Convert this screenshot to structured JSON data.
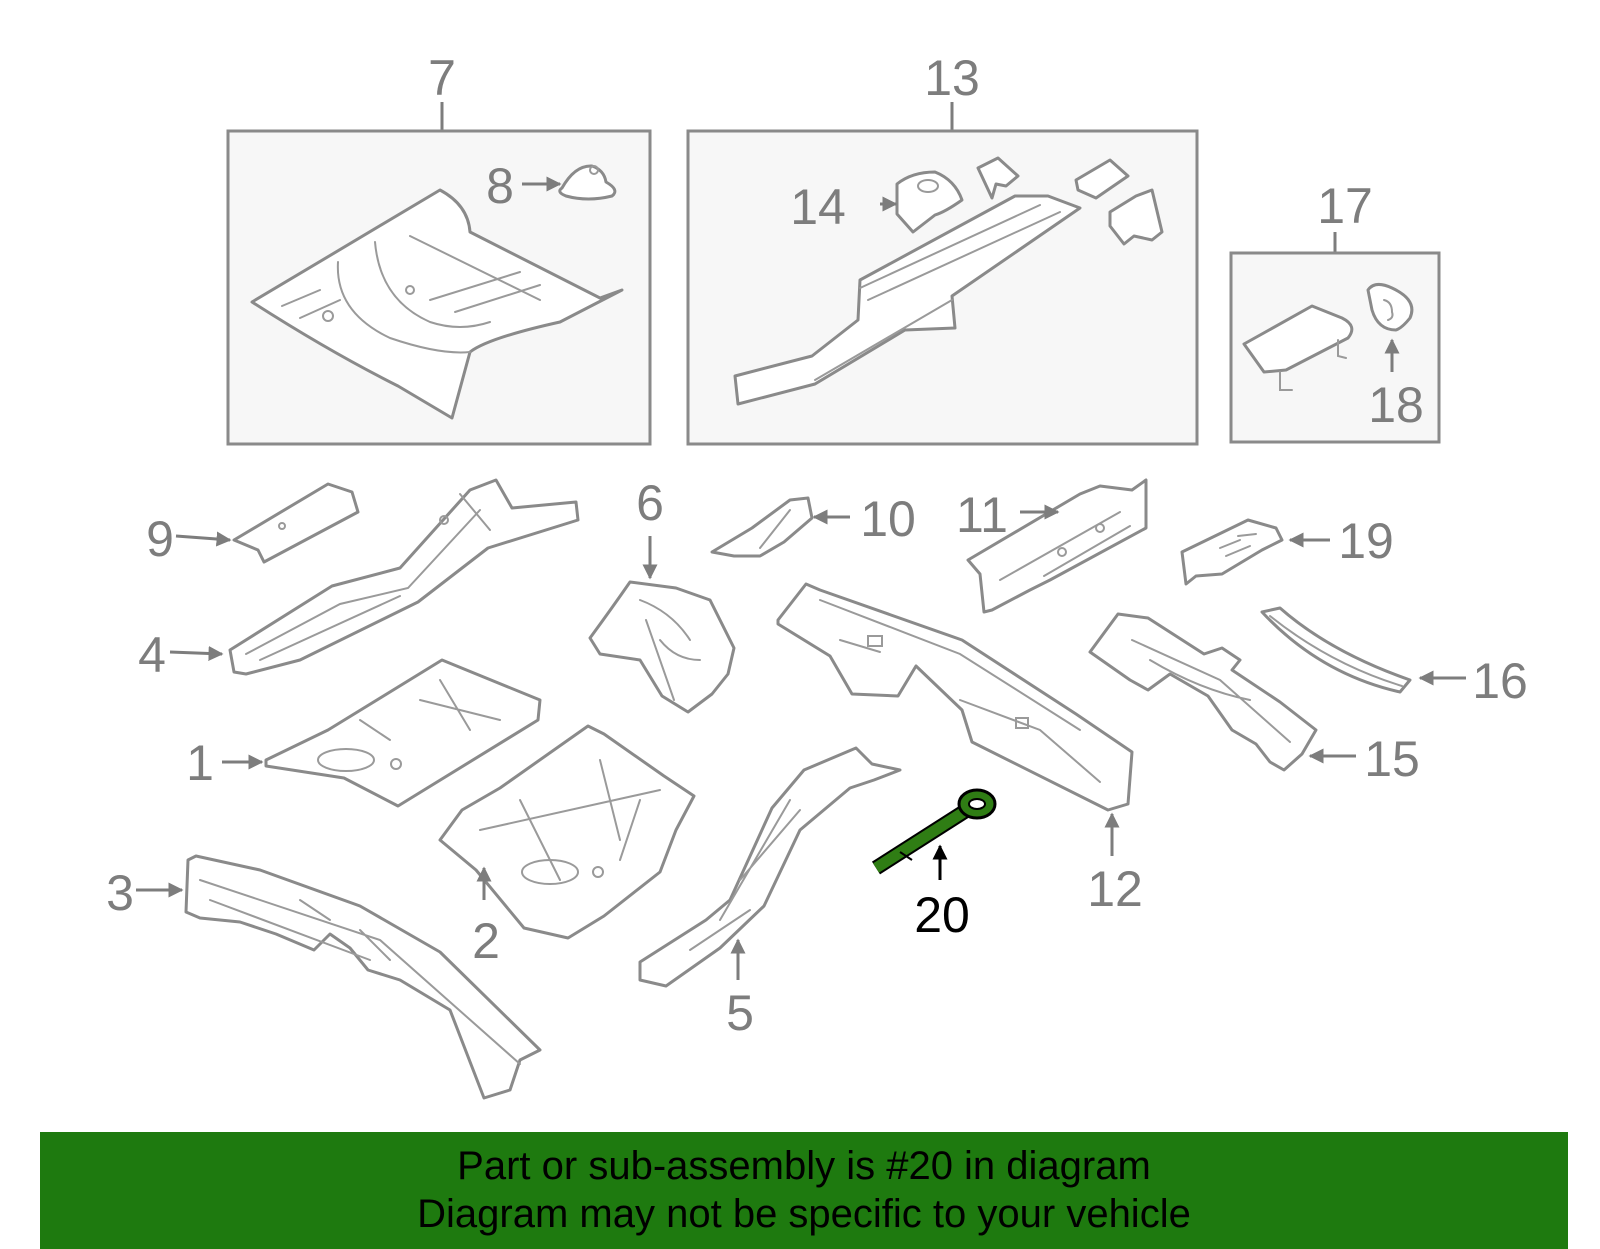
{
  "colors": {
    "banner_bg": "#1e7a0f",
    "highlight_part": "#2f7d14",
    "part_outline": "#8a8a8a",
    "box_fill": "#f7f7f7"
  },
  "groups": [
    {
      "label": "7"
    },
    {
      "label": "13"
    },
    {
      "label": "17"
    }
  ],
  "callouts": {
    "c1": "1",
    "c2": "2",
    "c3": "3",
    "c4": "4",
    "c5": "5",
    "c6": "6",
    "c8": "8",
    "c9": "9",
    "c10": "10",
    "c11": "11",
    "c12": "12",
    "c14": "14",
    "c15": "15",
    "c16": "16",
    "c18": "18",
    "c19": "19"
  },
  "highlight": {
    "label": "20"
  },
  "banner": {
    "line1": "Part or sub-assembly is #20 in diagram",
    "line2": "Diagram may not be specific to your vehicle"
  }
}
